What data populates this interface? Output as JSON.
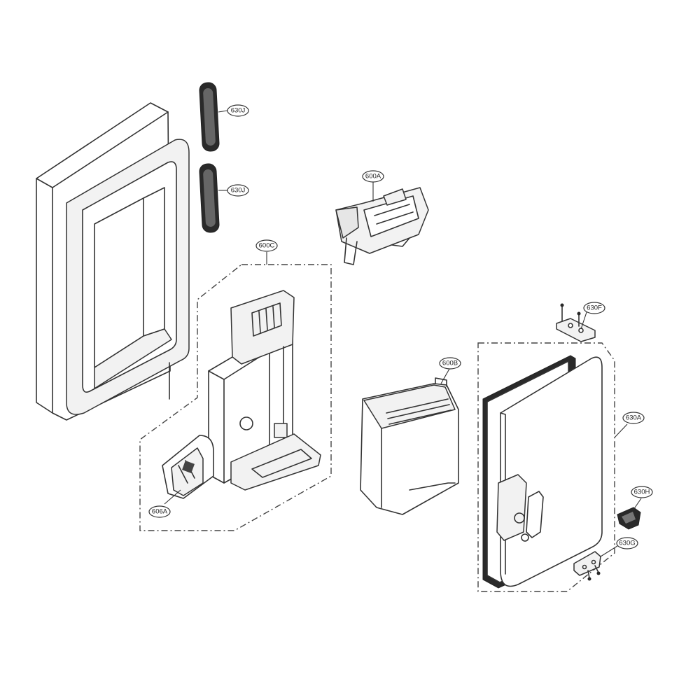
{
  "diagram": {
    "callouts": [
      {
        "id": "630J-top",
        "label": "630J"
      },
      {
        "id": "630J-bottom",
        "label": "630J"
      },
      {
        "id": "600A",
        "label": "600A"
      },
      {
        "id": "600C",
        "label": "600C"
      },
      {
        "id": "606A",
        "label": "606A"
      },
      {
        "id": "600B",
        "label": "600B"
      },
      {
        "id": "630F",
        "label": "630F"
      },
      {
        "id": "630A",
        "label": "630A"
      },
      {
        "id": "630H",
        "label": "630H"
      },
      {
        "id": "630G",
        "label": "630G"
      }
    ]
  }
}
